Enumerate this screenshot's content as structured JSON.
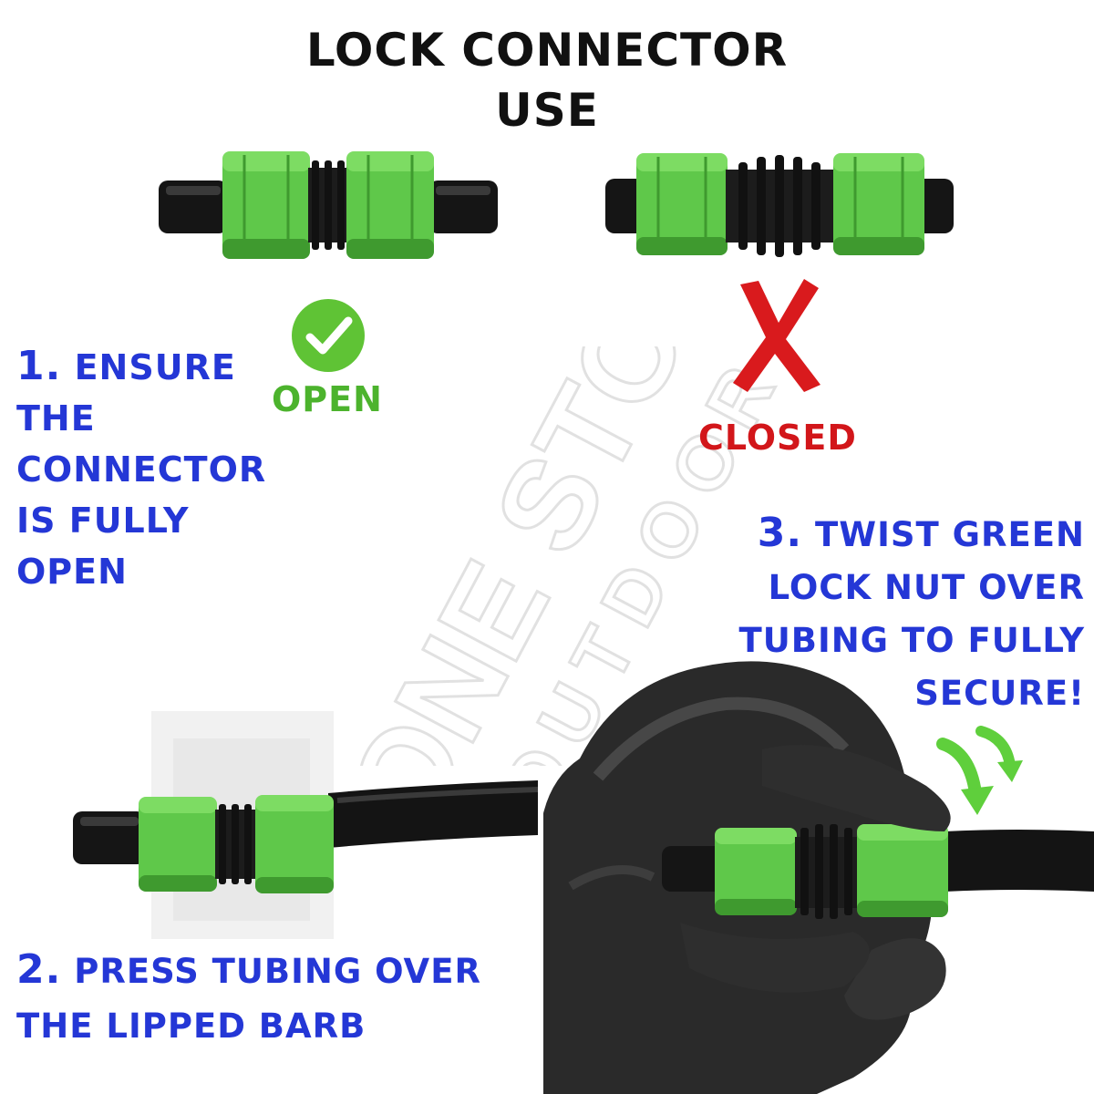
{
  "title": {
    "line1": "LOCK CONNECTOR",
    "line2": "USE"
  },
  "status": {
    "open_label": "OPEN",
    "closed_label": "CLOSED"
  },
  "steps": {
    "step1": {
      "number": "1.",
      "lines": [
        "ENSURE",
        "THE",
        "CONNECTOR",
        "IS FULLY",
        "OPEN"
      ]
    },
    "step2": {
      "number": "2.",
      "lines": [
        "PRESS TUBING OVER",
        "THE LIPPED BARB"
      ]
    },
    "step3": {
      "number": "3.",
      "lines": [
        "TWIST GREEN",
        "LOCK NUT OVER",
        "TUBING TO FULLY",
        "SECURE!"
      ]
    }
  },
  "watermark": {
    "line1": "ONE STOP",
    "line2": "OUTDOOR"
  },
  "icons": {
    "check": "check-circle-icon",
    "cross": "red-x-icon",
    "arrow": "green-twist-arrow-icon"
  },
  "colors": {
    "step_text": "#2437d6",
    "open_green": "#4cb32d",
    "closed_red": "#d2161a",
    "connector_green": "#5fc84a",
    "connector_dark": "#1c1c1c",
    "glove": "#2a2a2a"
  }
}
